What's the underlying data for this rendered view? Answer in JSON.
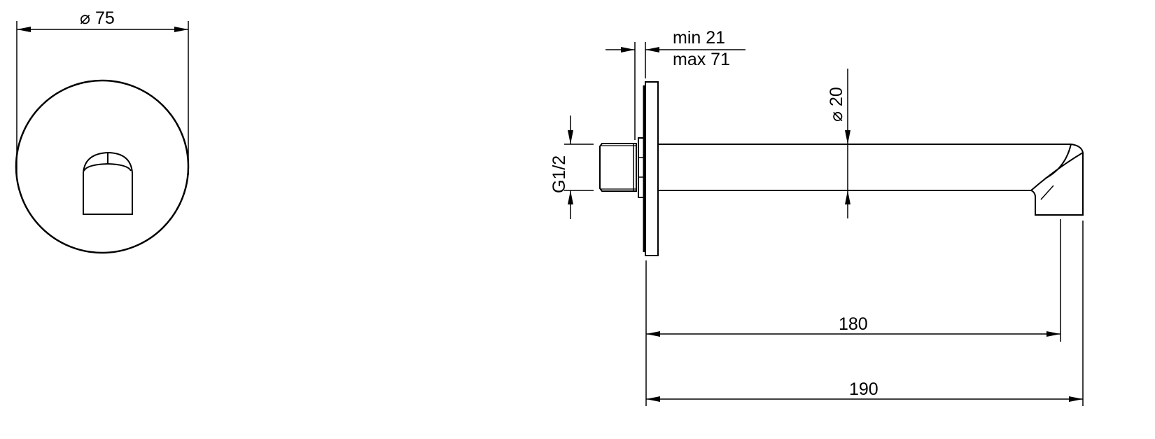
{
  "drawing": {
    "type": "technical-drawing",
    "subject": "wall-mounted bath spout",
    "line_color": "#000000",
    "background": "#ffffff",
    "views": [
      {
        "name": "front-view",
        "description": "round wall plate with spout outlet"
      },
      {
        "name": "side-view",
        "description": "spout with G1/2 threaded inlet and wall flange"
      }
    ]
  },
  "dimensions": {
    "plate_diameter": "⌀ 75",
    "wall_depth_min": "min 21",
    "wall_depth_max": "max 71",
    "thread": "G1/2",
    "spout_diameter": "⌀ 20",
    "projection_outlet": "180",
    "projection_total": "190"
  }
}
